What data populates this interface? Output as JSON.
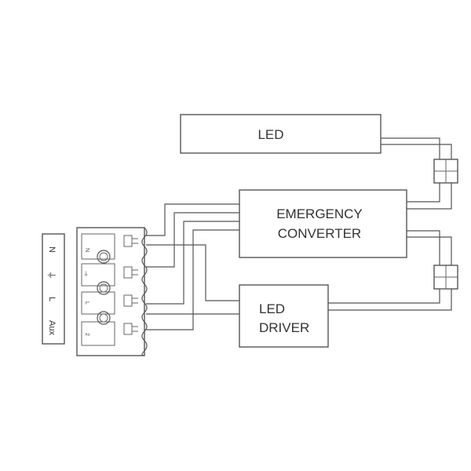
{
  "led_box": {
    "label": "LED"
  },
  "emergency_box": {
    "line1": "EMERGENCY",
    "line2": "CONVERTER"
  },
  "driver_box": {
    "line1": "LED",
    "line2": "DRIVER"
  },
  "terminal_block": {
    "labels": [
      "N",
      "⏚",
      "L",
      "Aux"
    ],
    "slot_labels": [
      "N",
      "⏚",
      "L",
      "2"
    ]
  }
}
